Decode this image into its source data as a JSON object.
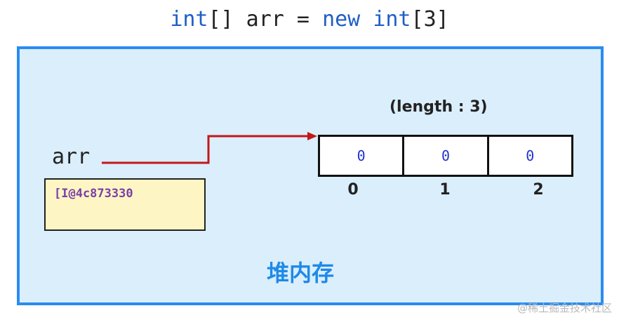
{
  "code_line": {
    "type_kw": "int",
    "brackets": "[]",
    "var": " arr = ",
    "new_kw": "new",
    "space": " ",
    "type_kw2": "int",
    "open": "[",
    "size": "3",
    "close": "]"
  },
  "array": {
    "length_label": "(length : 3)",
    "values": [
      "0",
      "0",
      "0"
    ],
    "indices": [
      "0",
      "1",
      "2"
    ]
  },
  "reference": {
    "var_name": "arr",
    "address": "[I@4c873330"
  },
  "heap_label": "堆内存",
  "watermark": "@稀土掘金技术社区",
  "colors": {
    "heap_fill": "#dbeefc",
    "heap_border": "#2a8cf0",
    "keyword": "#1f5fc7",
    "arrow": "#c21818",
    "address_fill": "#fdf6c4",
    "address_text": "#7a3fa8",
    "cell_value": "#2233cc"
  }
}
